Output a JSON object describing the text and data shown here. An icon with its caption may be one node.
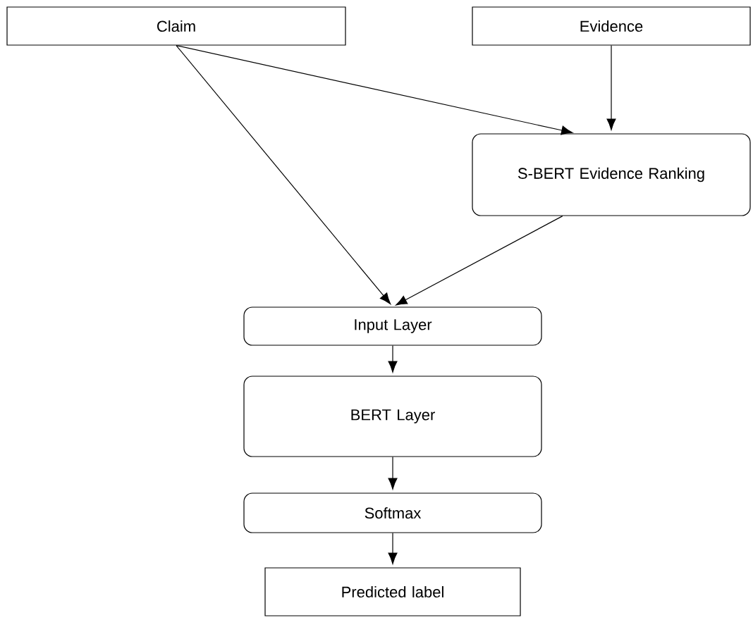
{
  "diagram": {
    "nodes": [
      {
        "text": [
          "Claim"
        ]
      },
      {
        "text": [
          "Evidence"
        ]
      },
      {
        "text": [
          "S-BERT Evidence Ranking"
        ]
      },
      {
        "text": [
          "Input Layer"
        ]
      },
      {
        "text": [
          "BERT Layer"
        ]
      },
      {
        "text": [
          "Softmax"
        ]
      },
      {
        "text": [
          "Predicted label"
        ]
      }
    ],
    "edges": [
      {
        "from": 0,
        "to": 3,
        "arrow": "to"
      },
      {
        "from": 0,
        "to": 2,
        "arrow": "to"
      },
      {
        "from": 1,
        "to": 2,
        "arrow": "to"
      },
      {
        "from": 2,
        "to": 3,
        "arrow": "to"
      },
      {
        "from": 3,
        "to": 4,
        "arrow": "to"
      },
      {
        "from": 4,
        "to": 5,
        "arrow": "to"
      },
      {
        "from": 5,
        "to": 6,
        "arrow": "to"
      }
    ]
  }
}
